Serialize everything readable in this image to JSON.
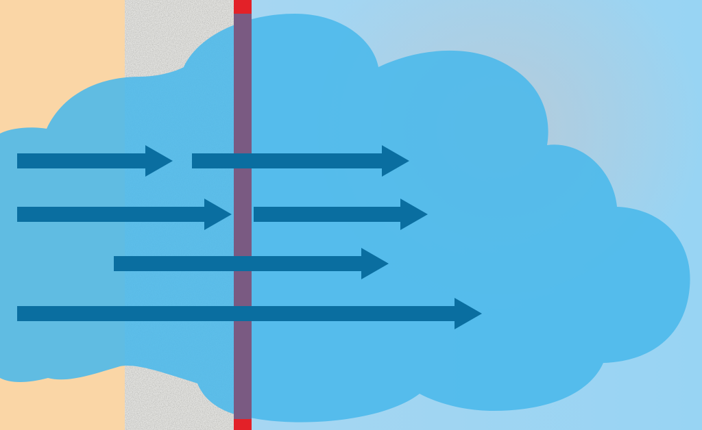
{
  "diagram": {
    "kind": "layered-wall-section-with-flow",
    "layers": [
      {
        "id": "interior-zone",
        "material": "interior",
        "color": "#fad6a6"
      },
      {
        "id": "insulation-layer",
        "material": "porous-insulation",
        "color": "#e3e3e0"
      },
      {
        "id": "membrane-layer",
        "material": "membrane",
        "color": "#e32128"
      },
      {
        "id": "exterior-zone",
        "material": "exterior-air",
        "color_from": "#a6d6f2",
        "color_to": "#98d4f3"
      }
    ],
    "cloud": {
      "color": "#4ab8ea",
      "opacity": 0.88
    },
    "flow_direction": "left-to-right",
    "arrow_color": "#0a6ea0",
    "arrows": [
      {
        "id": "flow-arrow-1",
        "row": 1,
        "segment": 1
      },
      {
        "id": "flow-arrow-2",
        "row": 1,
        "segment": 2
      },
      {
        "id": "flow-arrow-3",
        "row": 2,
        "segment": 1
      },
      {
        "id": "flow-arrow-4",
        "row": 2,
        "segment": 2
      },
      {
        "id": "flow-arrow-5",
        "row": 3,
        "segment": 1
      },
      {
        "id": "flow-arrow-6",
        "row": 4,
        "segment": 1
      }
    ]
  }
}
